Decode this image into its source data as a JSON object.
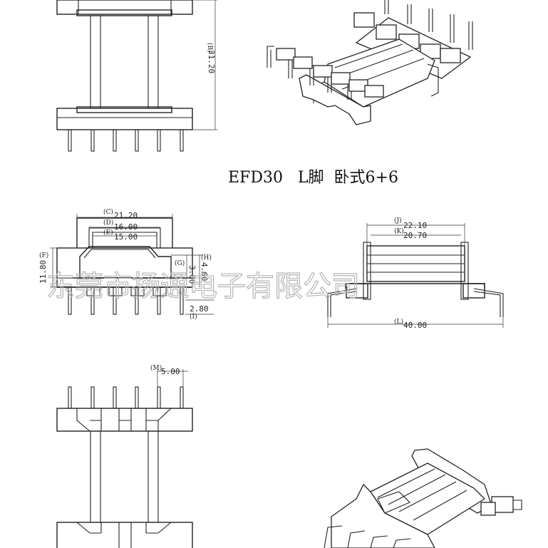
{
  "title": "EFD30   L脚  卧式6+6",
  "watermark": "东莞市扬通电子有限公司",
  "dims": {
    "B": {
      "tag": "(B)",
      "value": "31.20"
    },
    "C": {
      "tag": "(C)",
      "value": "21.20"
    },
    "D": {
      "tag": "(D)",
      "value": "16.00"
    },
    "E": {
      "tag": "(E)",
      "value": "15.00"
    },
    "F": {
      "tag": "(F)",
      "value": "11.80"
    },
    "G": {
      "tag": "(G)",
      "value": "3.00"
    },
    "H": {
      "tag": "(H)",
      "value": "4.60"
    },
    "I": {
      "tag": "(I)",
      "value": "2.80"
    },
    "J": {
      "tag": "(J)",
      "value": "22.10"
    },
    "K": {
      "tag": "(K)",
      "value": "20.70"
    },
    "L": {
      "tag": "(L)",
      "value": "40.00"
    },
    "M": {
      "tag": "(M)",
      "value": "5.00"
    }
  }
}
